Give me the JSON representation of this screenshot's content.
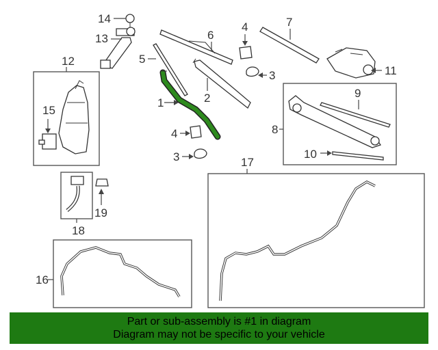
{
  "colors": {
    "banner_bg": "#1e7a12",
    "highlight": "#2e8a1e",
    "line": "#444444"
  },
  "callouts": {
    "c1": "1",
    "c2": "2",
    "c3a": "3",
    "c3b": "3",
    "c4a": "4",
    "c4b": "4",
    "c5": "5",
    "c6": "6",
    "c7": "7",
    "c8": "8",
    "c9": "9",
    "c10": "10",
    "c11": "11",
    "c12": "12",
    "c13": "13",
    "c14": "14",
    "c15": "15",
    "c16": "16",
    "c17": "17",
    "c18": "18",
    "c19": "19"
  },
  "banner": {
    "line1": "Part or sub-assembly is #1 in diagram",
    "line2": "Diagram may not be specific to your vehicle"
  }
}
